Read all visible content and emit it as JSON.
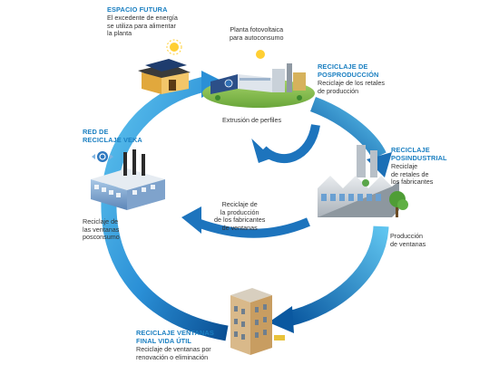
{
  "colors": {
    "arrow_light": "#5fc4ef",
    "arrow_dark": "#0a4f93",
    "title": "#1a7fc1",
    "text": "#333333"
  },
  "labels": {
    "espacio_title": "ESPACIO FUTURA",
    "espacio_desc": "El excedente de energía\nse utiliza para alimentar\nla planta",
    "planta_desc": "Planta fotovoltaica\npara autoconsumo",
    "extrusion_desc": "Extrusión de perfiles",
    "posprod_title": "RECICLAJE DE\nPOSPRODUCCIÓN",
    "posprod_desc": "Reciclaje de los retales\nde producción",
    "red_title": "RED DE\nRECICLAJE VEKA",
    "red_desc": "Reciclaje de\nlas ventanas\nposconsumo",
    "posind_title": "RECICLAJE\nPOSINDUSTRIAL",
    "posind_desc": "Reciclaje\nde retales de\nlos fabricantes",
    "fabric_desc": "Reciclaje de\nla producción\nde los fabricantes\nde ventanas",
    "prod_desc": "Producción\nde ventanas",
    "final_title": "RECICLAJE VENTANAS\nFINAL VIDA ÚTIL",
    "final_desc": "Reciclaje de ventanas por\nrenovación o eliminación"
  },
  "icons": [
    "solar-house-icon",
    "sun-icon",
    "solar-plant-icon",
    "factory-icon",
    "recycle-icon",
    "window-factory-icon",
    "tree-icon",
    "apartment-building-icon"
  ]
}
